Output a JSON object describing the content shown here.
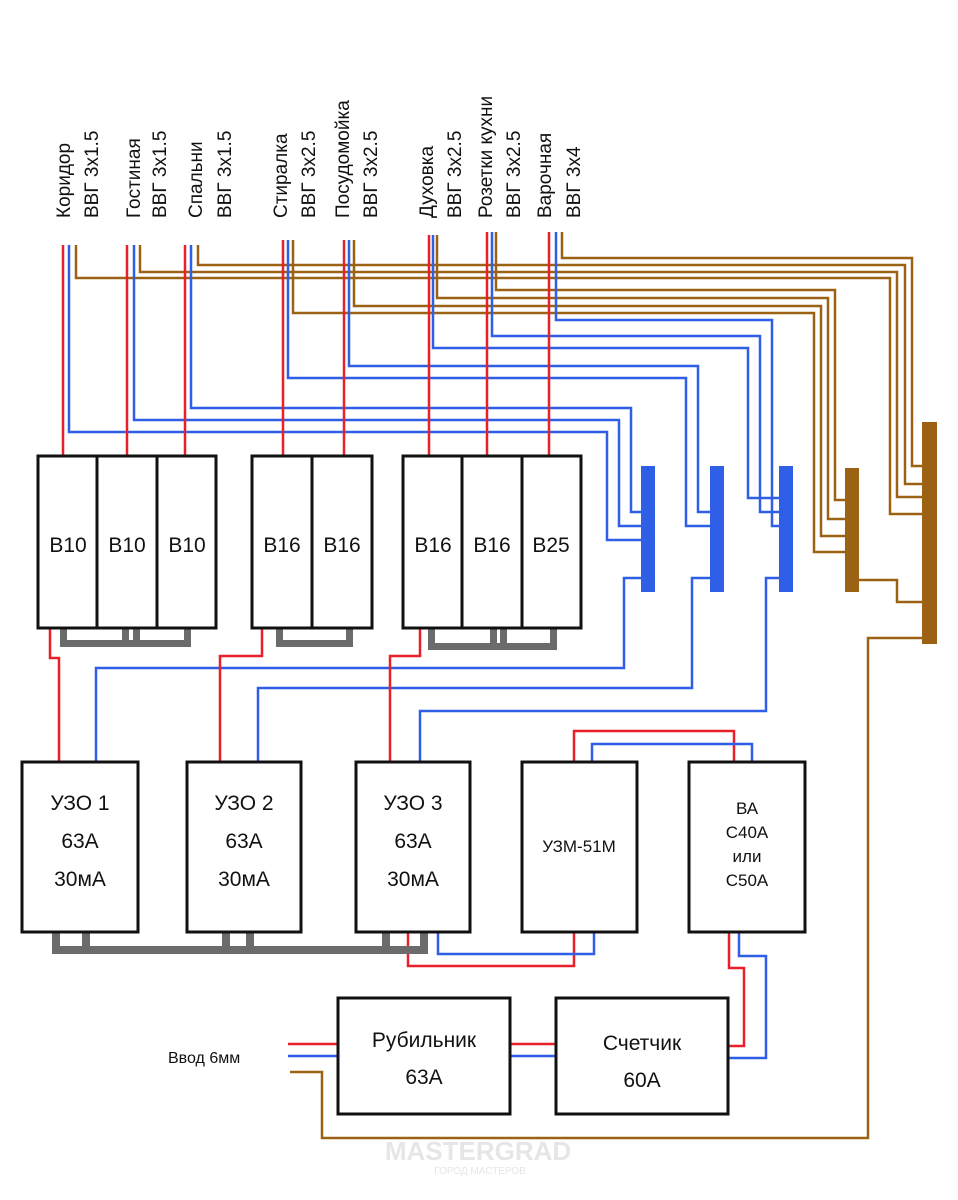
{
  "circuits": [
    {
      "name": "Коридор",
      "cable": "ВВГ 3х1.5"
    },
    {
      "name": "Гостиная",
      "cable": "ВВГ 3х1.5"
    },
    {
      "name": "Спальни",
      "cable": "ВВГ 3х1.5"
    },
    {
      "name": "Стиралка",
      "cable": "ВВГ 3х2.5"
    },
    {
      "name": "Посудомойка",
      "cable": "ВВГ 3х2.5"
    },
    {
      "name": "Духовка",
      "cable": "ВВГ 3х2.5"
    },
    {
      "name": "Розетки кухни",
      "cable": "ВВГ 3х2.5"
    },
    {
      "name": "Варочная",
      "cable": "ВВГ 3х4"
    }
  ],
  "breakers": [
    "B10",
    "B10",
    "B10",
    "B16",
    "B16",
    "B16",
    "B16",
    "B25"
  ],
  "rcds": [
    {
      "line1": "УЗО 1",
      "line2": "63А",
      "line3": "30мА"
    },
    {
      "line1": "УЗО 2",
      "line2": "63А",
      "line3": "30мА"
    },
    {
      "line1": "УЗО 3",
      "line2": "63А",
      "line3": "30мА"
    }
  ],
  "uzm": {
    "label": "УЗМ-51М"
  },
  "main_breaker": {
    "line1": "ВА",
    "line2": "С40А",
    "line3": "или",
    "line4": "С50А"
  },
  "switch": {
    "line1": "Рубильник",
    "line2": "63А"
  },
  "meter": {
    "line1": "Счетчик",
    "line2": "60А"
  },
  "input": {
    "label": "Ввод 6мм"
  },
  "watermark": {
    "line1": "MASTERGRAD",
    "line2": "ГОРОД МАСТЕРОВ"
  },
  "colors": {
    "phase": "#e8202a",
    "neutral": "#2f5fe6",
    "earth": "#9a6212",
    "busbar": "#6b6b6b"
  }
}
